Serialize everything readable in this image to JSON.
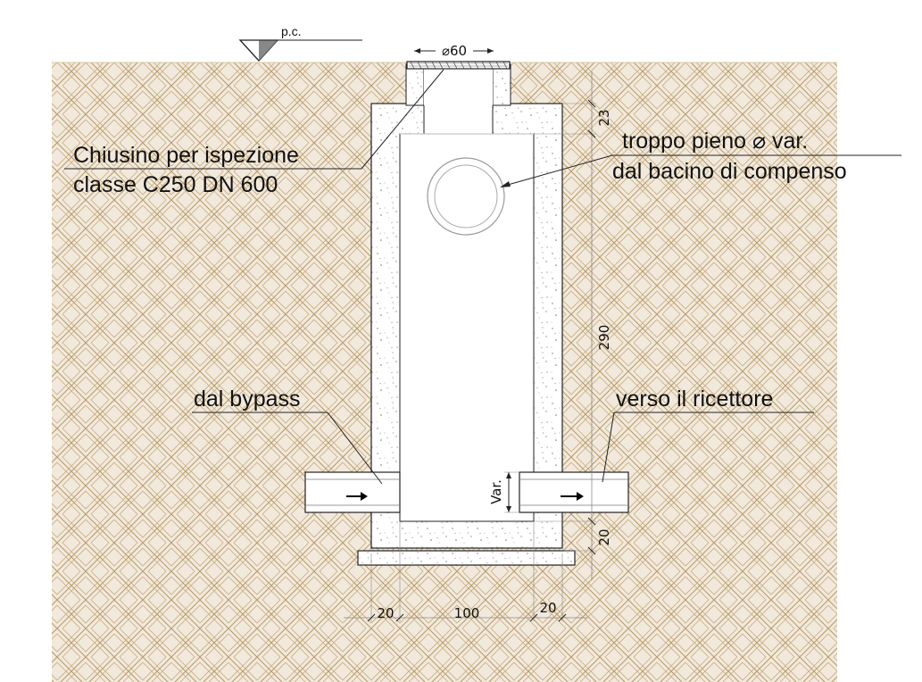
{
  "ground_reference": {
    "label": "p.c."
  },
  "labels": {
    "cover_line1": "Chiusino per ispezione",
    "cover_line2": "classe C250 DN 600",
    "overflow_line1": "troppo pieno ⌀ var.",
    "overflow_line2": "dal bacino di compenso",
    "inlet": "dal bypass",
    "outlet": "verso il ricettore"
  },
  "dimensions": {
    "opening_diameter": "⌀60",
    "top_slab": "23",
    "inner_height": "290",
    "base_slab": "20",
    "pipe_diameter": "Var.",
    "left_wall": "20",
    "inner_width": "100",
    "right_wall": "20"
  },
  "colors": {
    "soil_background": "#f2e9dd",
    "soil_hatch": "#b89c6a",
    "concrete": "#ffffff",
    "lines": "#222222",
    "thin_lines": "#888888"
  }
}
